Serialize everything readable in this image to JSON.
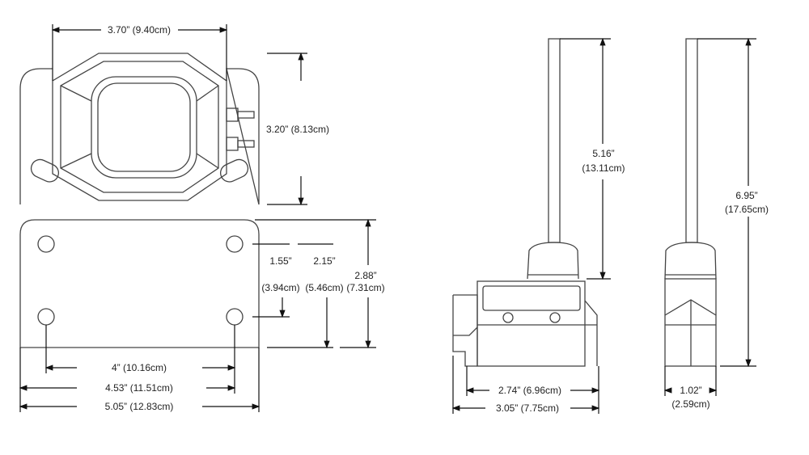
{
  "dimensions": {
    "top_width": "3.70” (9.40cm)",
    "top_height": "3.20” (8.13cm)",
    "hole_spacing_v": [
      "1.55”",
      "(3.94cm)"
    ],
    "hole_to_base": [
      "2.15”",
      "(5.46cm)"
    ],
    "plate_height": [
      "2.88”",
      "(7.31cm)"
    ],
    "hole_spacing_h": "4” (10.16cm)",
    "hole_outer_h": "4.53” (11.51cm)",
    "plate_width": "5.05” (12.83cm)",
    "shaft_length": [
      "5.16”",
      "(13.11cm)"
    ],
    "body_width": "2.74” (6.96cm)",
    "overall_width": "3.05” (7.75cm)",
    "overall_height": [
      "6.95”",
      "(17.65cm)"
    ],
    "side_width": [
      "1.02”",
      "(2.59cm)"
    ]
  }
}
